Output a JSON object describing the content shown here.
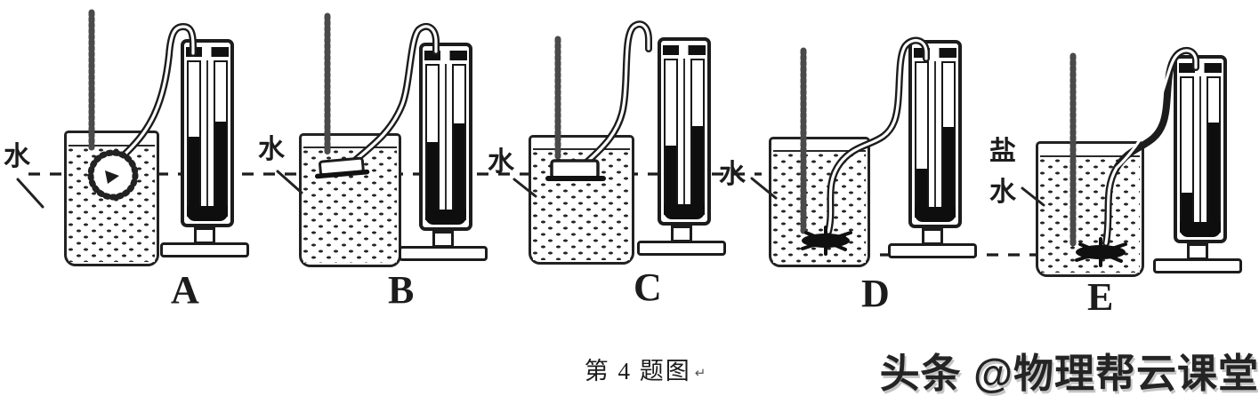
{
  "figure": {
    "caption": "第 4 题图",
    "caption_return_mark": "↵",
    "watermark": "头条 @物理帮云课堂",
    "ink_color": "#1c1c1c",
    "background_color": "#ffffff",
    "description": "Five pressure-gauge (U-tube manometer) setups comparing liquid pressure at different depths and orientations"
  },
  "depth_reference_lines": [
    {
      "name": "shallow-depth-line",
      "through": [
        "A",
        "B",
        "C"
      ]
    },
    {
      "name": "deep-depth-line",
      "through": [
        "D",
        "E"
      ]
    }
  ],
  "setups": [
    {
      "label": "A",
      "liquid_label": "水",
      "probe_position": "near surface, membrane facing sideways",
      "manometer": {
        "left_level_pct": 51,
        "right_level_pct": 61
      }
    },
    {
      "label": "B",
      "liquid_label": "水",
      "probe_position": "near surface, membrane facing down",
      "manometer": {
        "left_level_pct": 50,
        "right_level_pct": 62
      }
    },
    {
      "label": "C",
      "liquid_label": "水",
      "probe_position": "near surface, membrane facing up",
      "manometer": {
        "left_level_pct": 44,
        "right_level_pct": 57
      }
    },
    {
      "label": "D",
      "liquid_label": "水",
      "probe_position": "at bottom of beaker",
      "manometer": {
        "left_level_pct": 31,
        "right_level_pct": 58
      }
    },
    {
      "label": "E",
      "liquid_label": "盐水",
      "liquid_lines": [
        "盐",
        "水"
      ],
      "probe_position": "at bottom of beaker",
      "manometer": {
        "left_level_pct": 25,
        "right_level_pct": 71
      }
    }
  ]
}
